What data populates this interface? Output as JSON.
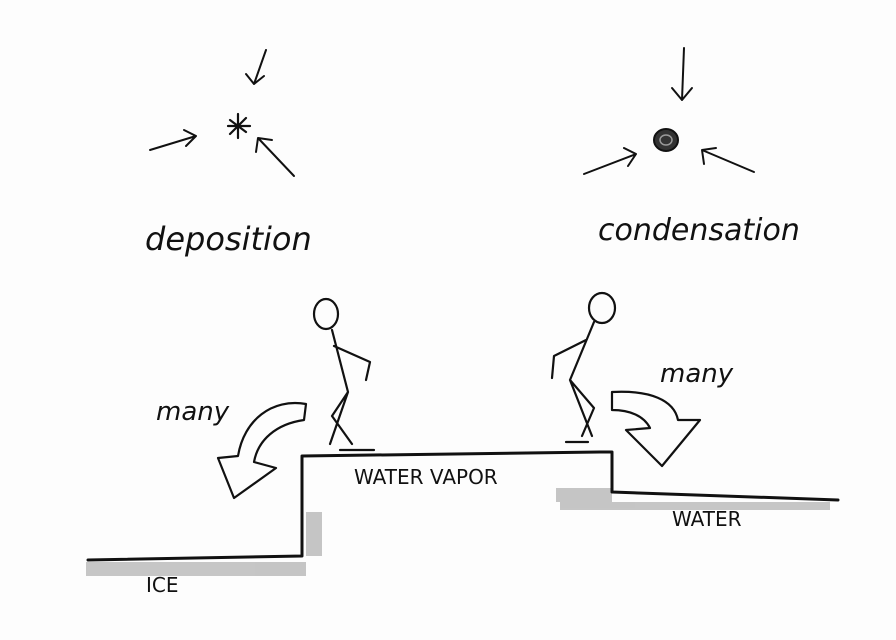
{
  "labels": {
    "deposition": "deposition",
    "condensation": "condensation",
    "many_left": "many",
    "many_right": "many",
    "water_vapor": "WATER VAPOR",
    "ice": "ICE",
    "water": "WATER"
  },
  "colors": {
    "ink": "#111111",
    "paper": "#fdfdfd",
    "shading": "#888888"
  }
}
